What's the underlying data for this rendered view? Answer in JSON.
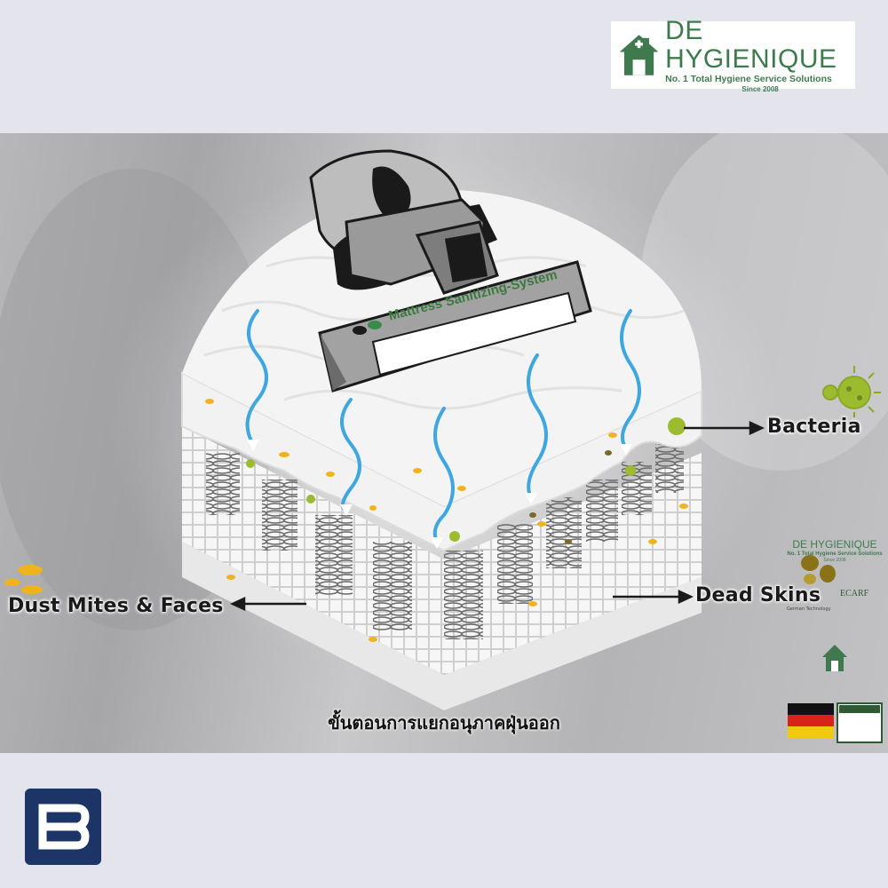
{
  "brand": {
    "name": "DE HYGIENIQUE",
    "tagline": "No. 1 Total Hygiene Service Solutions",
    "since": "Since 2008",
    "color": "#3f7a4e"
  },
  "scene": {
    "device_label": "Mattress Sanitizing-System",
    "labels": {
      "bacteria": "Bacteria",
      "dead_skins": "Dead Skins",
      "dust_mites": "Dust Mites & Faces"
    },
    "caption": "ขั้นตอนการแยกอนุภาคฝุ่นออก"
  },
  "corner_badge": {
    "name": "DE HYGIENIQUE",
    "tagline": "No. 1 Total Hygiene Service Solutions",
    "since": "Since 2008",
    "german_text": "German Technology",
    "ecarf": "ECARF"
  },
  "colors": {
    "background": "#e4e4ec",
    "logo_b": "#1d3566",
    "air_waves": "#3fa7e0",
    "bacteria": "#9cbb2e"
  },
  "icons": [
    "house-cross-icon",
    "b-logo-icon",
    "bacteria-icon",
    "dust-flakes-icon",
    "dead-skin-icon",
    "german-flag-icon"
  ]
}
